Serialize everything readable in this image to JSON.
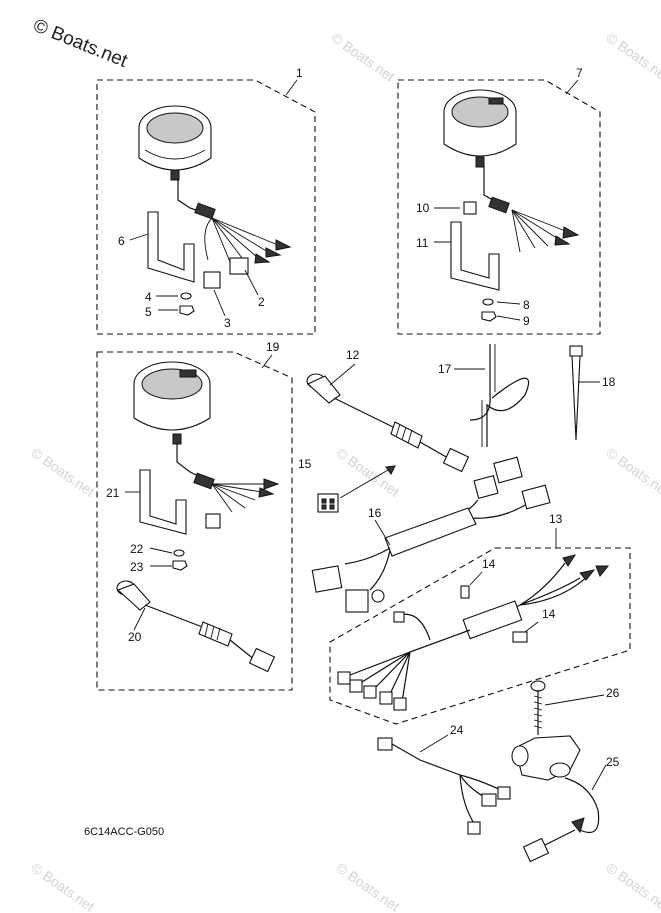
{
  "watermark": {
    "main": "© Boats.net",
    "repeat": "© Boats.net"
  },
  "diagram_code": "6C14ACC-G050",
  "callouts": [
    "1",
    "2",
    "3",
    "4",
    "5",
    "6",
    "7",
    "8",
    "9",
    "10",
    "11",
    "12",
    "13",
    "14",
    "14",
    "15",
    "16",
    "17",
    "18",
    "19",
    "20",
    "21",
    "22",
    "23",
    "24",
    "25",
    "26"
  ]
}
